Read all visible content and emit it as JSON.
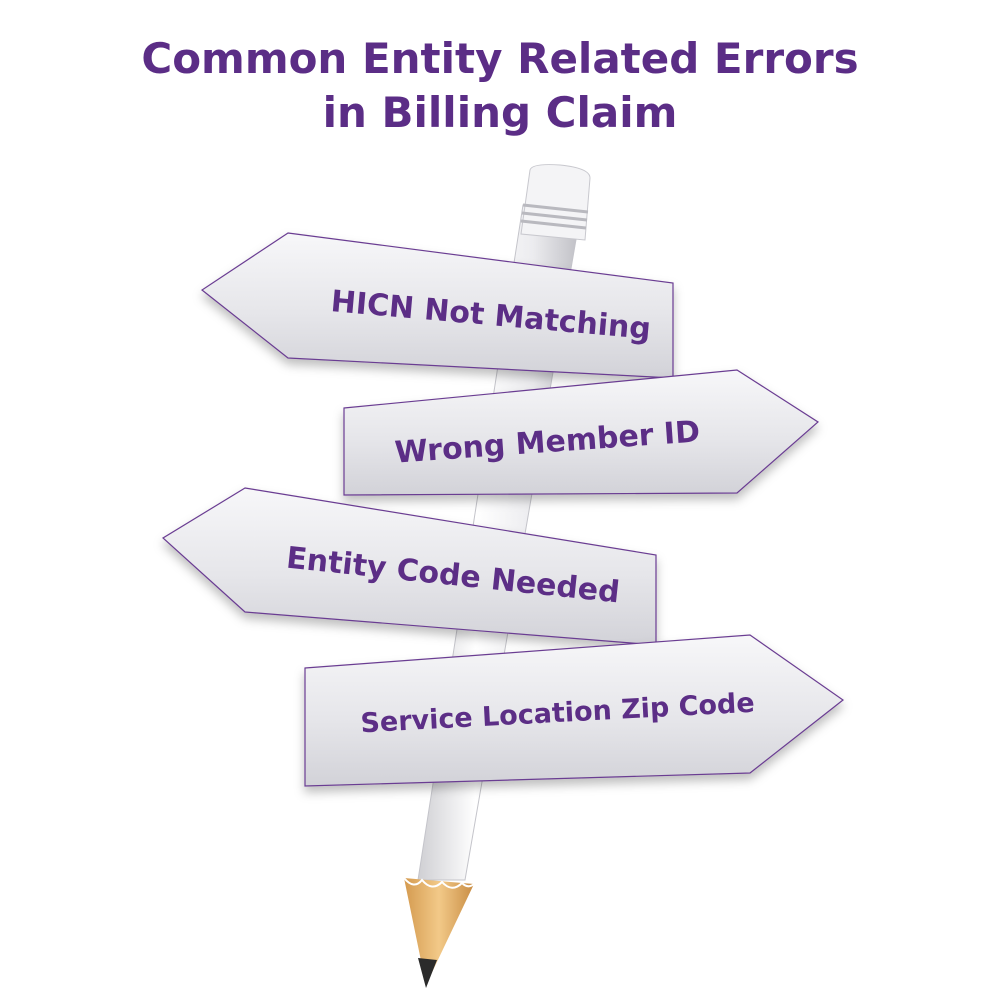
{
  "title": {
    "line1": "Common Entity Related Errors",
    "line2": "in Billing Claim"
  },
  "signs": [
    {
      "label": "HICN Not Matching",
      "direction": "left"
    },
    {
      "label": "Wrong Member ID",
      "direction": "right"
    },
    {
      "label": "Entity Code Needed",
      "direction": "left"
    },
    {
      "label": "Service Location Zip Code",
      "direction": "right"
    }
  ],
  "colors": {
    "accent": "#5b2d86",
    "sign_fill": "#e9e9ec",
    "pencil_wood": "#e8b870",
    "pencil_lead": "#2b2b2b"
  },
  "icons": {
    "eraser": "pencil-eraser-icon",
    "tip": "pencil-tip-icon"
  }
}
